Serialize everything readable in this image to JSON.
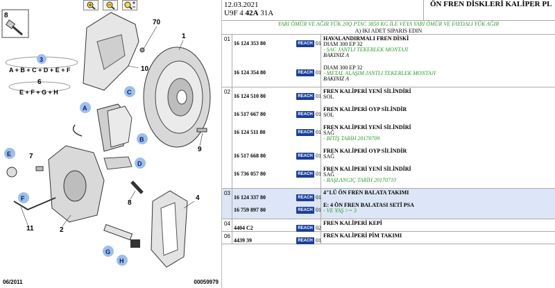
{
  "diagram": {
    "toolbar": [
      {
        "name": "zoom-in-button",
        "icon": "zoom-in-icon"
      },
      {
        "name": "zoom-out-button",
        "icon": "zoom-out-icon"
      },
      {
        "name": "zoom-fit-button",
        "icon": "zoom-fit-icon"
      }
    ],
    "footer_left": "06/2011",
    "footer_right": "00059979",
    "labels": {
      "n1": "1",
      "n2": "2",
      "n3": "3",
      "n4": "4",
      "n6": "6",
      "n7": "7",
      "n8a": "8",
      "n8b": "8",
      "n9": "9",
      "n10": "10",
      "n11": "11",
      "n70": "70",
      "A": "A",
      "B": "B",
      "C": "C",
      "D": "D",
      "E": "E",
      "F": "F",
      "G": "G",
      "H": "H"
    },
    "formula3": "A + B + C + D + E + F",
    "formula6": "E + F + G + H",
    "badge_color": "#9cc0ea"
  },
  "header": {
    "date": "12.03.2021",
    "model_prefix": "U9F 4 ",
    "model_bold": "42A",
    "model_suffix": " 31A",
    "title": "ÖN FREN DİSKLERİ KALİPER PL"
  },
  "note": {
    "green": "YARI ÖMÜR VE AĞIR YÜK 20Q PTAC 3850 KG İLE VEYA YARI ÖMÜR VE FAYDALI YÜK AĞIR",
    "sub": "A) IKI ADET SIPARIS EDIN"
  },
  "reach_label": "REACH",
  "groups": [
    {
      "no": "01",
      "items": [
        {
          "ref": "16 124 353 80",
          "qty": "01",
          "lines": [
            {
              "t": "b",
              "v": "HAVALANDIRMALI FREN DİSKİ"
            },
            {
              "t": "p",
              "v": "DIAM 300 EP 32"
            },
            {
              "t": "g",
              "v": "- SAC JANTLI TEKERLEK MONTAJI"
            },
            {
              "t": "i",
              "v": "BAKINIZ A"
            }
          ]
        },
        {
          "ref": "16 124 354 80",
          "qty": "01",
          "lines": [
            {
              "t": "p",
              "v": "DIAM 300 EP 32"
            },
            {
              "t": "g",
              "v": "- METAL ALAŞIM JANTLI TEKERLEK MONTAJI"
            },
            {
              "t": "i",
              "v": "BAKINIZ A"
            }
          ]
        }
      ]
    },
    {
      "no": "02",
      "items": [
        {
          "ref": "16 124 510 80",
          "qty": "01",
          "lines": [
            {
              "t": "b",
              "v": "FREN KALİPERİ YENİ SİLİNDİRİ"
            },
            {
              "t": "p",
              "v": "SOL"
            }
          ]
        },
        {
          "ref": "16 517 667 80",
          "qty": "01",
          "lines": [
            {
              "t": "b",
              "v": "FREN KALİPERİ OYP SİLİNDİR"
            },
            {
              "t": "p",
              "v": "SOL"
            }
          ]
        },
        {
          "ref": "16 124 511 80",
          "qty": "01",
          "lines": [
            {
              "t": "b",
              "v": "FREN KALİPERİ YENİ SİLİNDİRİ"
            },
            {
              "t": "p",
              "v": "SAĞ"
            },
            {
              "t": "g",
              "v": "- BİTİŞ TARİH 20170709"
            }
          ]
        },
        {
          "ref": "16 517 668 80",
          "qty": "01",
          "lines": [
            {
              "t": "b",
              "v": "FREN KALİPERİ OYP SİLİNDİR"
            },
            {
              "t": "p",
              "v": "SAĞ"
            }
          ]
        },
        {
          "ref": "16 736 057 80",
          "qty": "01",
          "lines": [
            {
              "t": "b",
              "v": "FREN KALİPERİ YENİ SİLİNDİRİ"
            },
            {
              "t": "p",
              "v": "SAĞ"
            },
            {
              "t": "g",
              "v": "- BAŞLANGIÇ TARİH 20170710"
            }
          ]
        }
      ]
    },
    {
      "no": "03",
      "highlight": true,
      "items": [
        {
          "ref": "16 124 337 80",
          "qty": "01",
          "lines": [
            {
              "t": "b",
              "v": "4\"LÜ ÖN FREN BALATA TAKIMI"
            }
          ]
        },
        {
          "ref": "16 759 897 80",
          "qty": "01",
          "lines": [
            {
              "t": "b",
              "v": "E: 4 ÖN FREN BALATASI SETİ PSA"
            },
            {
              "t": "g",
              "v": "- VE YAŞ >= 3"
            }
          ]
        }
      ]
    },
    {
      "no": "04",
      "items": [
        {
          "ref": "4404 C2",
          "qty": "02",
          "lines": [
            {
              "t": "b",
              "v": "FREN KALİPERİ KEPİ"
            }
          ]
        }
      ]
    },
    {
      "no": "06",
      "items": [
        {
          "ref": "4439 39",
          "qty": "01",
          "lines": [
            {
              "t": "b",
              "v": "FREN KALİPERİ PİM TAKIMI"
            }
          ]
        }
      ]
    }
  ]
}
